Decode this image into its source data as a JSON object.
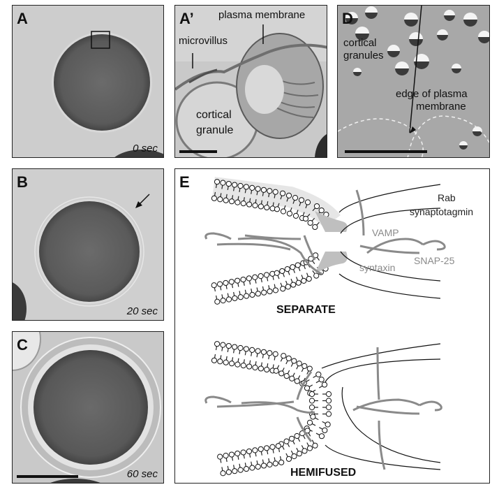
{
  "panels": {
    "a": {
      "label": "A",
      "time": "0 sec"
    },
    "a_prime": {
      "label": "A’",
      "text_plasma_membrane": "plasma membrane",
      "text_microvillus": "microvillus",
      "text_cortical": "cortical",
      "text_granule": "granule"
    },
    "d": {
      "label": "D",
      "text_cortical": "cortical",
      "text_granules": "granules",
      "text_edge_1": "edge of plasma",
      "text_edge_2": "membrane"
    },
    "b": {
      "label": "B",
      "time": "20 sec"
    },
    "c": {
      "label": "C",
      "time": "60 sec"
    },
    "e": {
      "label": "E",
      "labels": {
        "rab": "Rab",
        "synaptotagmin": "synaptotagmin",
        "vamp": "VAMP",
        "syntaxin": "syntaxin",
        "snap25": "SNAP-25"
      },
      "separate_title": "SEPARATE",
      "hemifused_title": "HEMIFUSED"
    }
  },
  "colors": {
    "micrograph_bg": "#cfcfcf",
    "egg_dark": "#5e5e5e",
    "protein_grey": "#8a8a8a",
    "lipid_head": "#ffffff"
  }
}
